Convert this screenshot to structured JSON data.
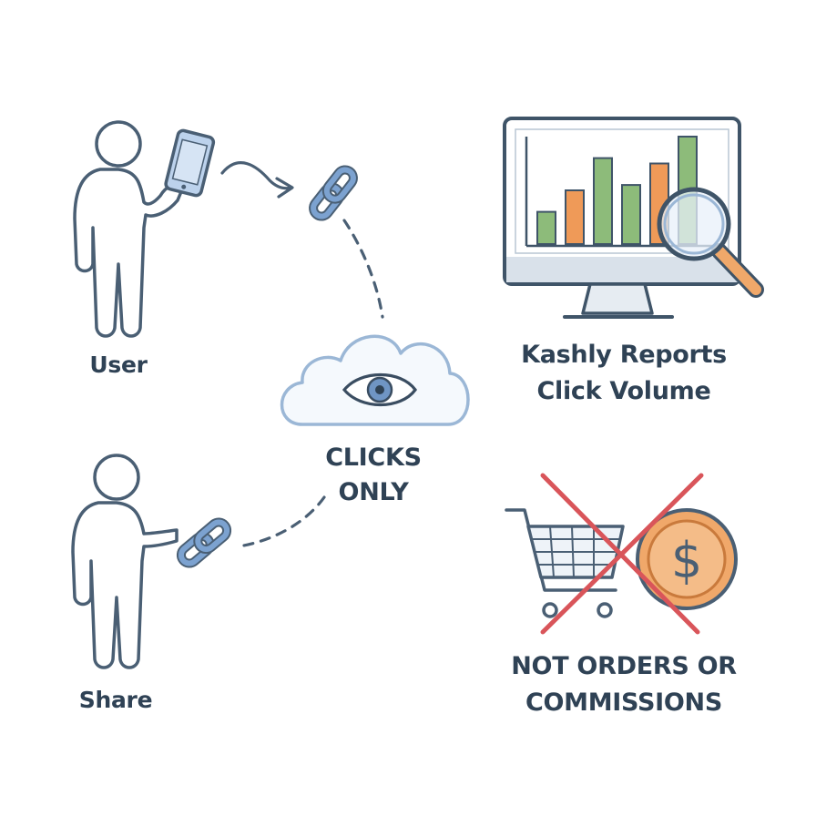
{
  "labels": {
    "user": "User",
    "share": "Share",
    "clicks_line1": "CLICKS",
    "clicks_line2": "ONLY",
    "kashly_line1": "Kashly Reports",
    "kashly_line2": "Click Volume",
    "not_line1": "NOT ORDERS OR",
    "not_line2": "COMMISSIONS"
  },
  "icons": {
    "user_figure": "person-icon",
    "phone": "smartphone-icon",
    "links": "chain-link-icon",
    "cloud": "cloud-eye-icon",
    "monitor": "monitor-bar-chart-icon",
    "magnifier": "magnifying-glass-icon",
    "cart": "shopping-cart-icon",
    "coin": "dollar-coin-icon",
    "cross": "red-x-icon"
  },
  "chart_data": {
    "type": "bar",
    "values": [
      3,
      5,
      8,
      5.5,
      7.5,
      10
    ],
    "colors": [
      "#8dbb7a",
      "#ef9a58",
      "#8dbb7a",
      "#8dbb7a",
      "#ef9a58",
      "#8dbb7a"
    ],
    "ylim": [
      0,
      10
    ]
  },
  "colors": {
    "ink": "#2f4255",
    "outline": "#4a5f74",
    "chain": "#6f95c4",
    "green": "#8dbb7a",
    "orange": "#ef9a58",
    "gold": "#f0a86a",
    "red": "#d9555a",
    "cloud": "#9bb7d6"
  }
}
